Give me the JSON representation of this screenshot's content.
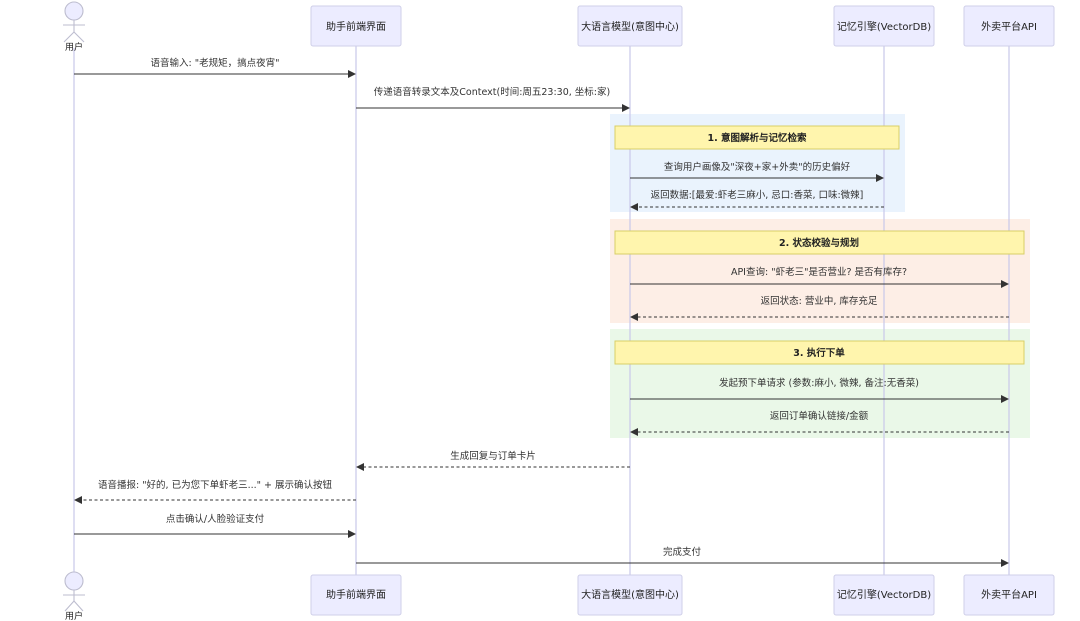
{
  "participants": [
    {
      "id": "user",
      "label": "用户",
      "type": "actor"
    },
    {
      "id": "frontend",
      "label": "助手前端界面",
      "type": "box"
    },
    {
      "id": "llm",
      "label": "大语言模型(意图中心)",
      "type": "box"
    },
    {
      "id": "memory",
      "label": "记忆引擎(VectorDB)",
      "type": "box"
    },
    {
      "id": "delivery",
      "label": "外卖平台API",
      "type": "box"
    }
  ],
  "groups": [
    {
      "note": "1. 意图解析与记忆检索",
      "color": "#eaf3fd"
    },
    {
      "note": "2. 状态校验与规划",
      "color": "#fdeee6"
    },
    {
      "note": "3. 执行下单",
      "color": "#eaf8e8"
    }
  ],
  "messages": [
    {
      "from": "user",
      "to": "frontend",
      "text": "语音输入: \"老规矩，搞点夜宵\"",
      "style": "solid"
    },
    {
      "from": "frontend",
      "to": "llm",
      "text": "传递语音转录文本及Context(时间:周五23:30, 坐标:家)",
      "style": "solid"
    },
    {
      "from": "llm",
      "to": "memory",
      "text": "查询用户画像及\"深夜+家+外卖\"的历史偏好",
      "style": "solid"
    },
    {
      "from": "memory",
      "to": "llm",
      "text": "返回数据:[最爱:虾老三麻小, 忌口:香菜, 口味:微辣]",
      "style": "dashed"
    },
    {
      "from": "llm",
      "to": "delivery",
      "text": "API查询: \"虾老三\"是否营业? 是否有库存?",
      "style": "solid"
    },
    {
      "from": "delivery",
      "to": "llm",
      "text": "返回状态: 营业中, 库存充足",
      "style": "dashed"
    },
    {
      "from": "llm",
      "to": "delivery",
      "text": "发起预下单请求 (参数:麻小, 微辣, 备注:无香菜)",
      "style": "solid"
    },
    {
      "from": "delivery",
      "to": "llm",
      "text": "返回订单确认链接/金额",
      "style": "dashed"
    },
    {
      "from": "llm",
      "to": "frontend",
      "text": "生成回复与订单卡片",
      "style": "dashed"
    },
    {
      "from": "frontend",
      "to": "user",
      "text": "语音播报: \"好的, 已为您下单虾老三...\" + 展示确认按钮",
      "style": "dashed"
    },
    {
      "from": "user",
      "to": "frontend",
      "text": "点击确认/人脸验证支付",
      "style": "solid"
    },
    {
      "from": "frontend",
      "to": "delivery",
      "text": "完成支付",
      "style": "solid"
    }
  ]
}
